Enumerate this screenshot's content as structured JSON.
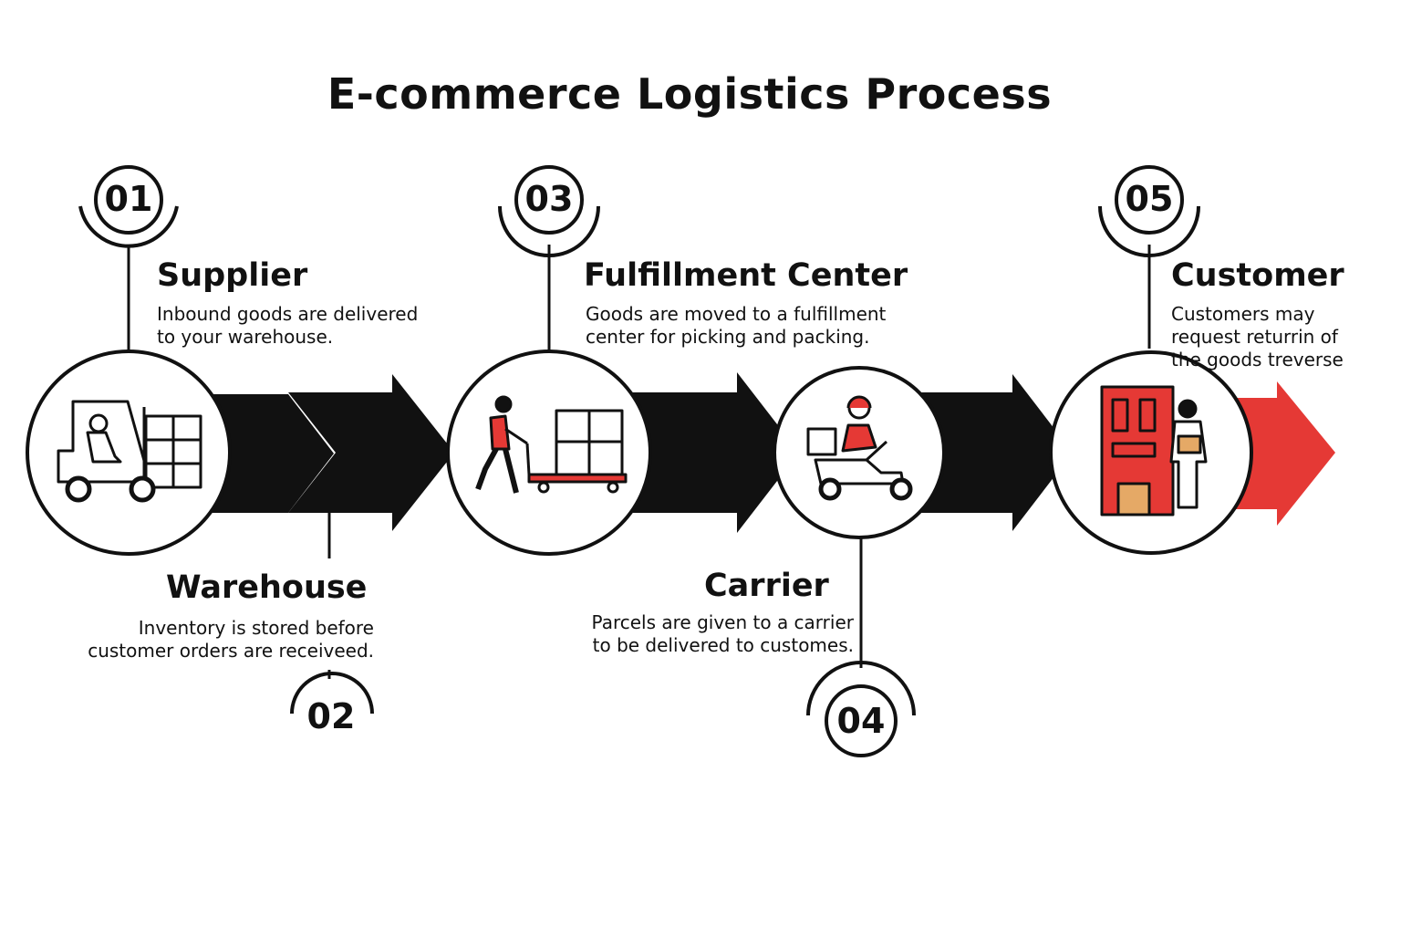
{
  "title": "E-commerce Logistics Process",
  "colors": {
    "accent": "#e53935",
    "dark": "#111111",
    "box": "#e5a966"
  },
  "steps": [
    {
      "number": "01",
      "title": "Supplier",
      "desc_lines": [
        "Inbound goods are delivered",
        "to your warehouse."
      ],
      "icon": "forklift-icon"
    },
    {
      "number": "02",
      "title": "Warehouse",
      "desc_lines": [
        "Inventory is stored before",
        "customer orders are receiveed."
      ],
      "icon": ""
    },
    {
      "number": "03",
      "title": "Fulfillment Center",
      "desc_lines": [
        "Goods are moved to a fulfillment",
        "center for picking and packing."
      ],
      "icon": "worker-cart-icon"
    },
    {
      "number": "04",
      "title": "Carrier",
      "desc_lines": [
        "Parcels are given to a carrier",
        "to be delivered to customes."
      ],
      "icon": "scooter-courier-icon"
    },
    {
      "number": "05",
      "title": "Customer",
      "desc_lines": [
        "Customers may",
        "request returrin of",
        "the goods treverse"
      ],
      "icon": "door-delivery-icon"
    }
  ]
}
